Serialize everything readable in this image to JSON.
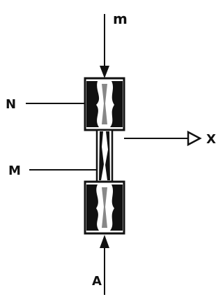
{
  "diagram": {
    "labels": {
      "top_input": "m",
      "upper_block": "N",
      "connector": "M",
      "output": "X",
      "bottom_input": "A"
    }
  },
  "colors": {
    "ink": "#111111",
    "background": "#ffffff"
  }
}
